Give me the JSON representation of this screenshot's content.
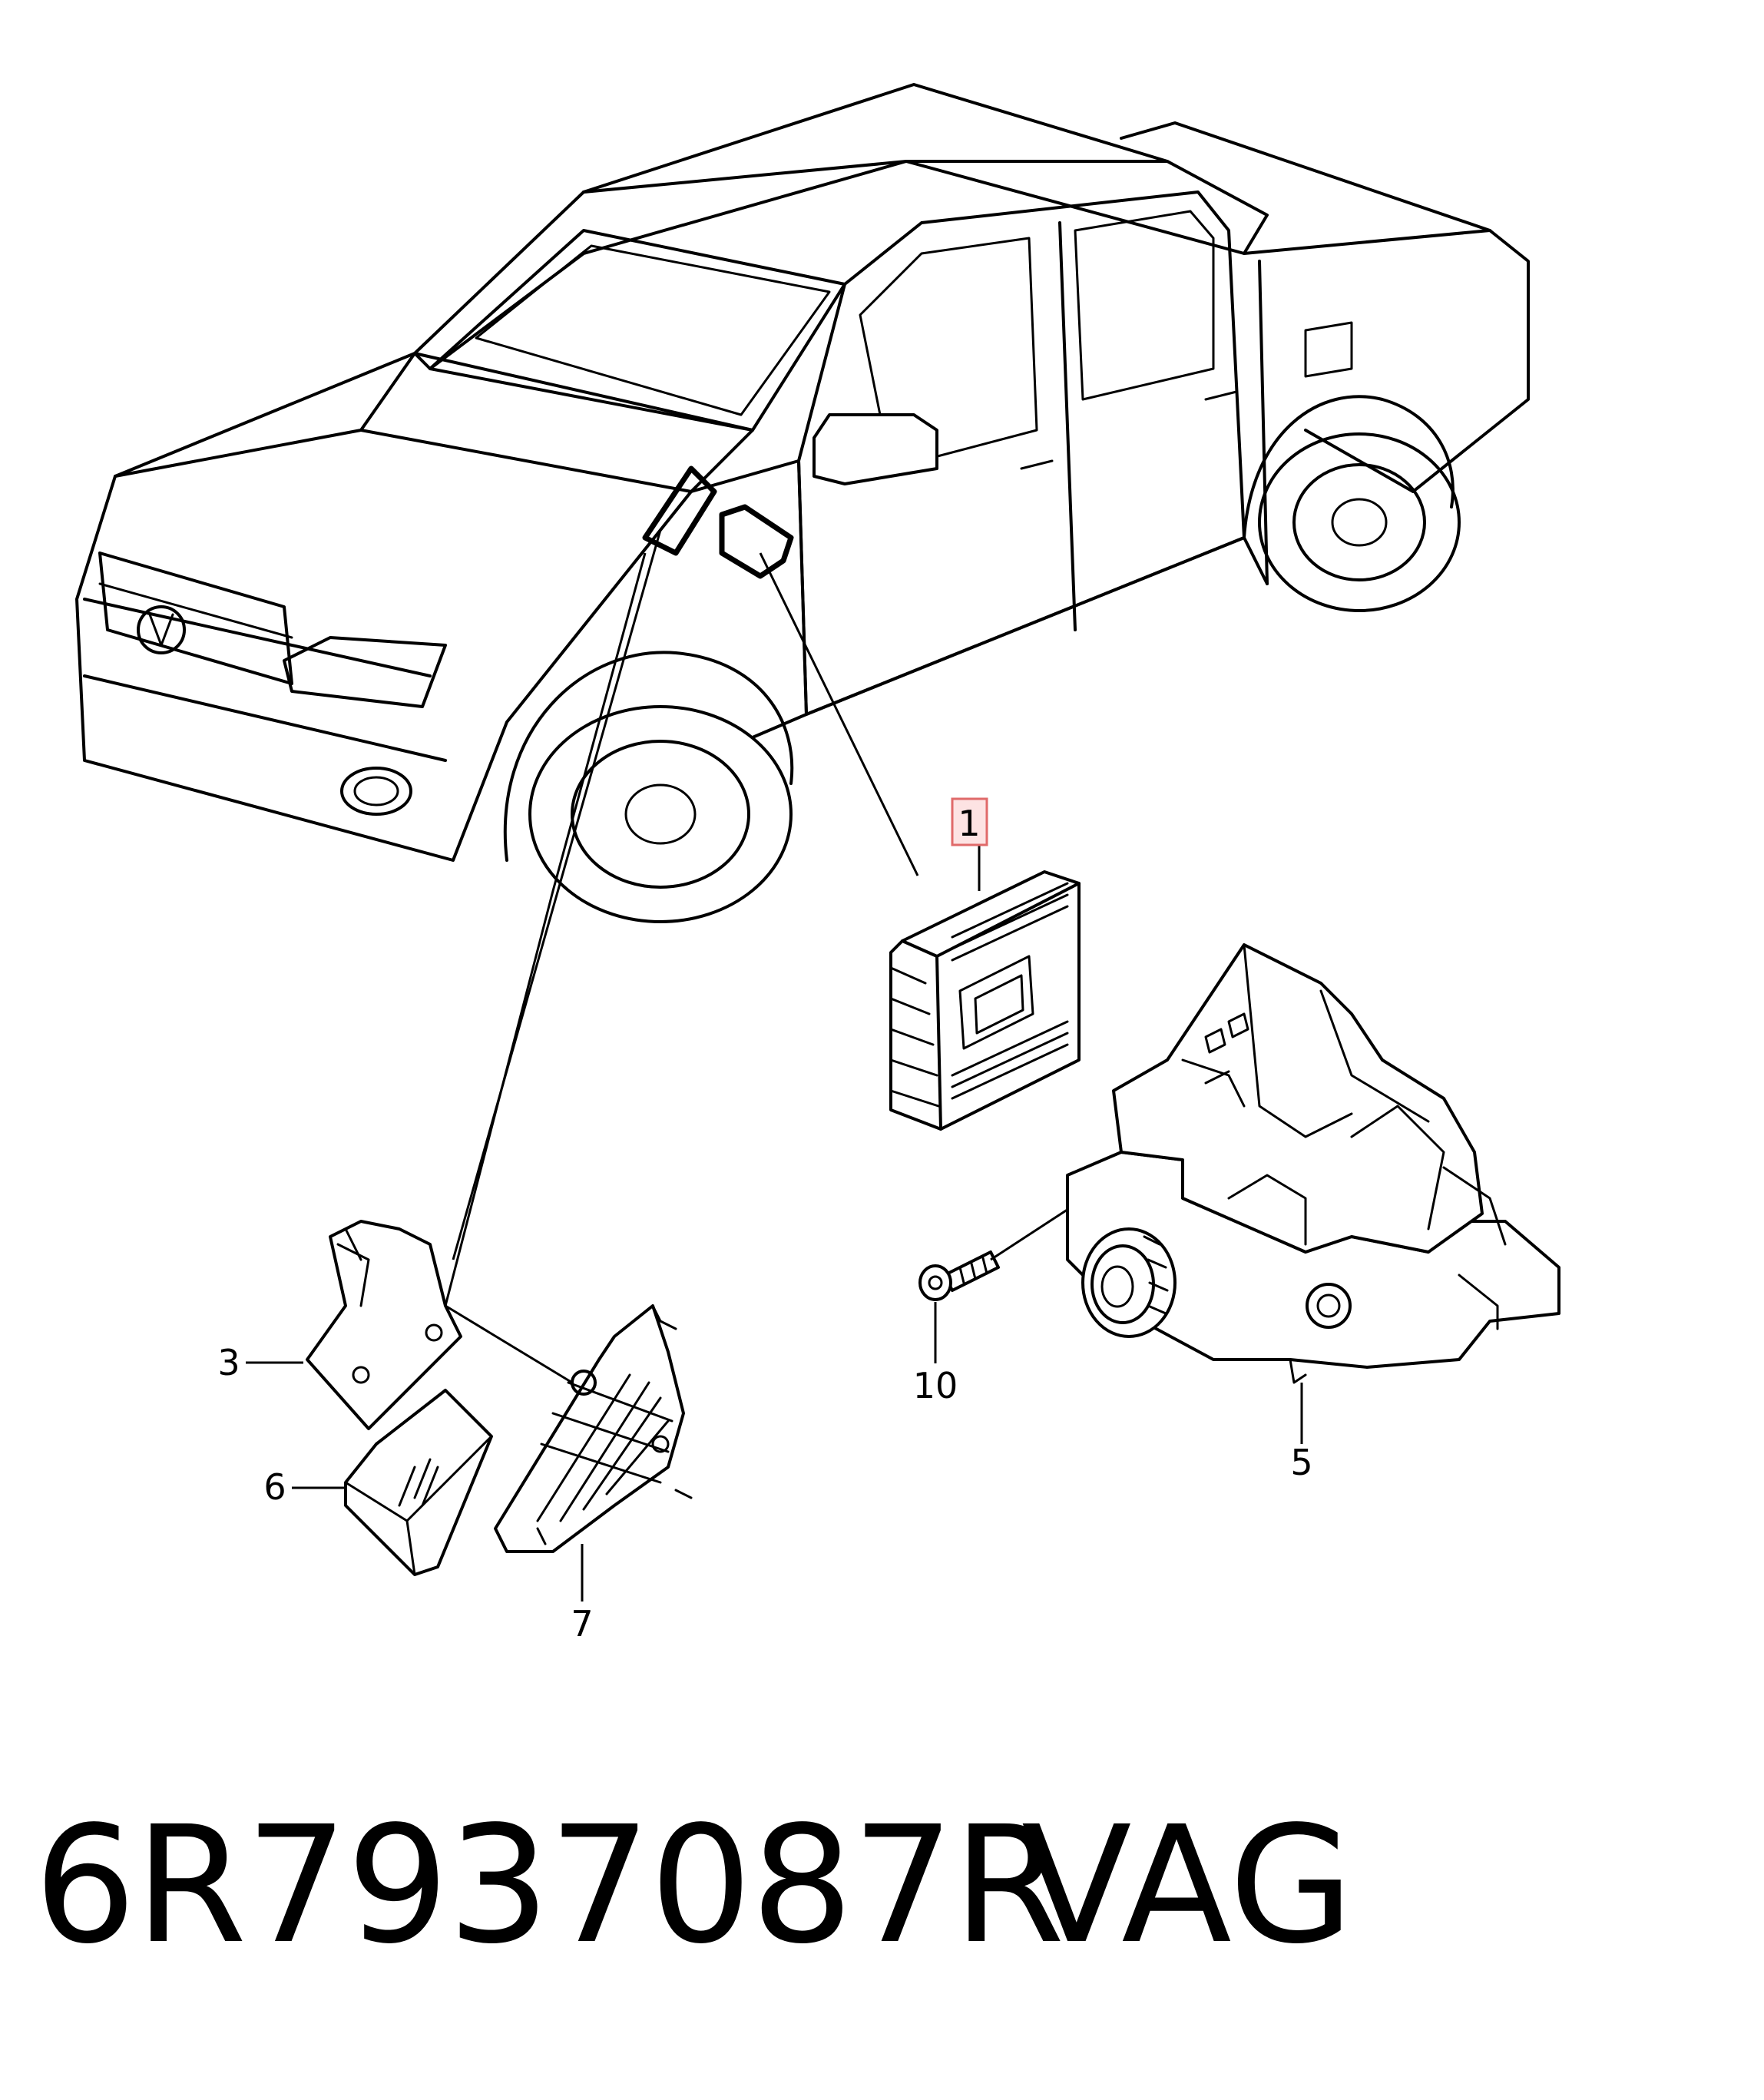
{
  "callouts": [
    {
      "id": "1",
      "label": "1",
      "highlighted": true
    },
    {
      "id": "3",
      "label": "3"
    },
    {
      "id": "5",
      "label": "5"
    },
    {
      "id": "6",
      "label": "6"
    },
    {
      "id": "7",
      "label": "7"
    },
    {
      "id": "10",
      "label": "10"
    }
  ],
  "footer": {
    "part_number": "6R7937087R",
    "manufacturer": "VAG"
  },
  "colors": {
    "line": "#000000",
    "highlight_fill": "#fde3e3",
    "highlight_stroke": "#e06a6a"
  }
}
